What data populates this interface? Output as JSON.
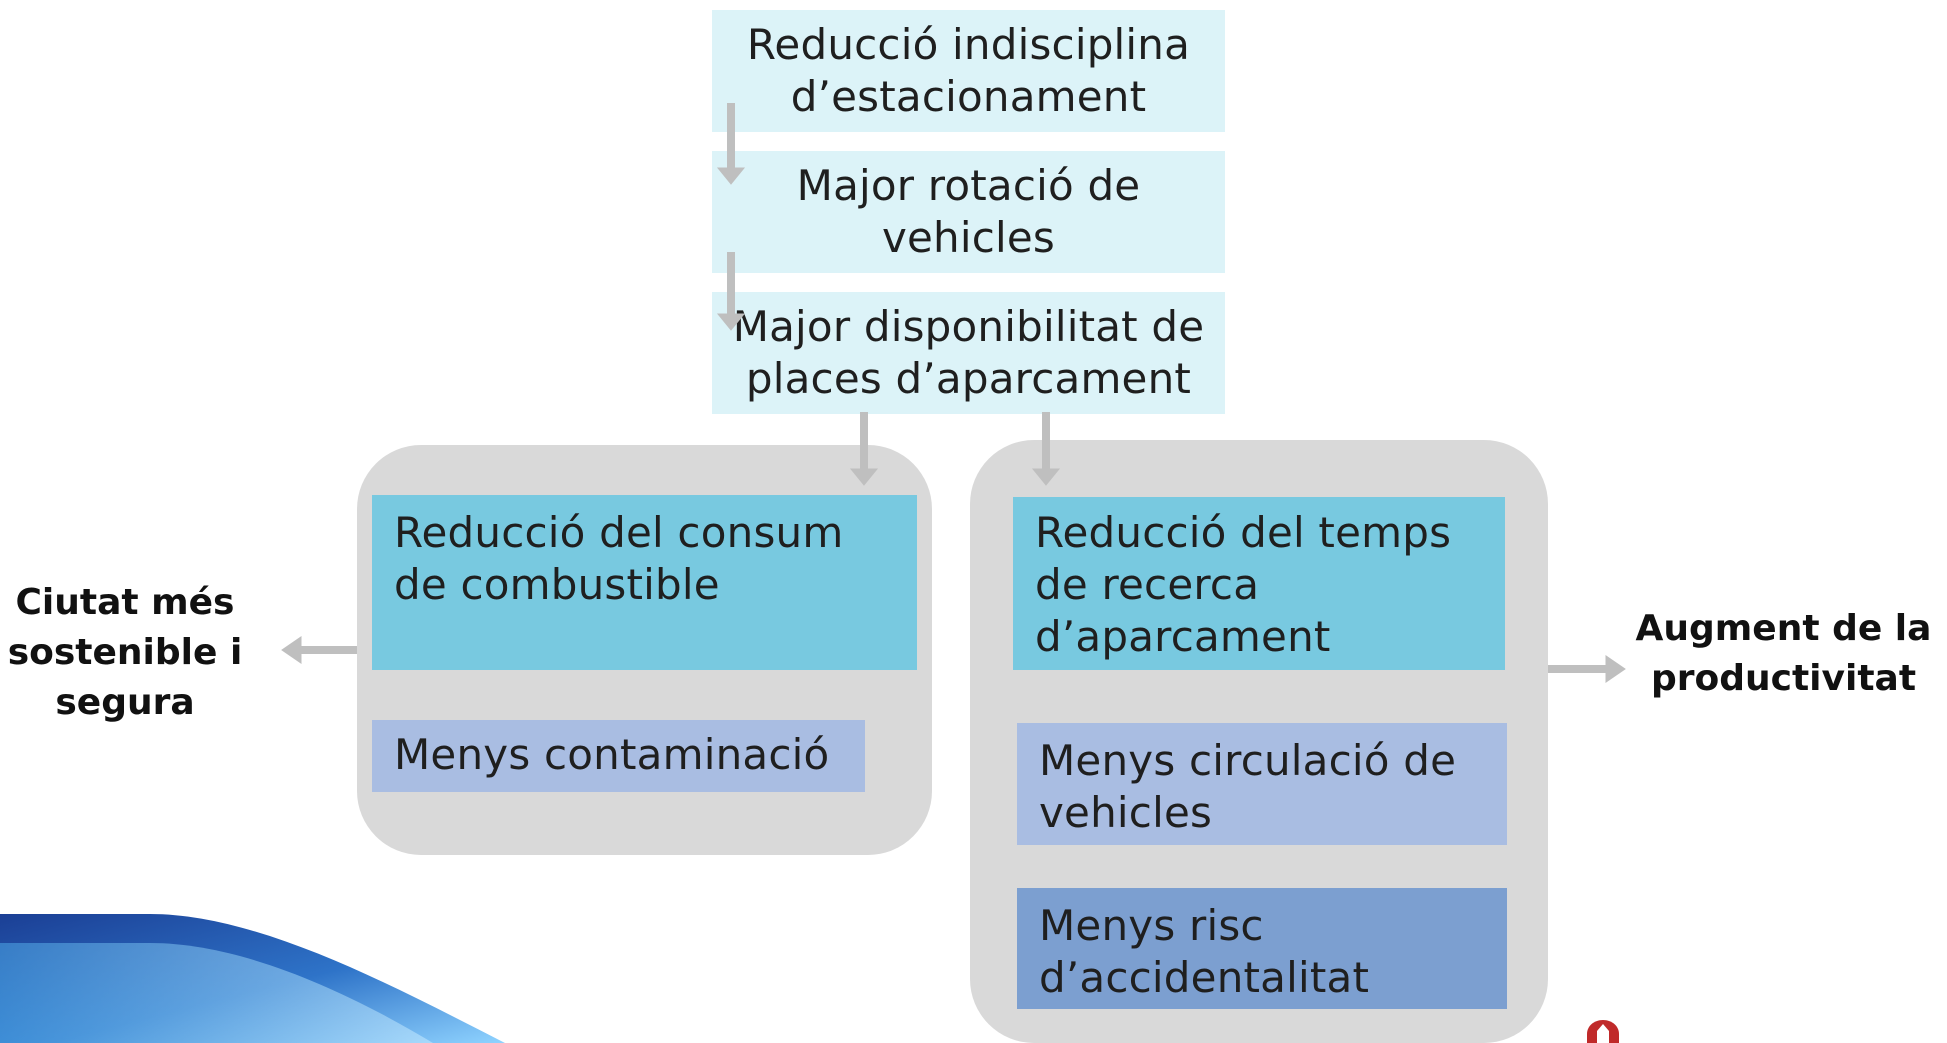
{
  "flow": {
    "step1": {
      "line1": "Reducció indisciplina",
      "line2": "d’estacionament"
    },
    "step2": {
      "line1": "Major rotació de",
      "line2": "vehicles"
    },
    "step3": {
      "line1": "Major disponibilitat de",
      "line2": "places d’aparcament"
    }
  },
  "left_group": {
    "box1": {
      "line1": "Reducció del consum",
      "line2": "de combustible"
    },
    "box2": "Menys contaminació"
  },
  "right_group": {
    "box1": {
      "line1": "Reducció del temps",
      "line2": "de recerca",
      "line3": "d’aparcament"
    },
    "box2": {
      "line1": "Menys circulació de",
      "line2": "vehicles"
    },
    "box3": {
      "line1": "Menys risc",
      "line2": "d’accidentalitat"
    }
  },
  "outcomes": {
    "left": {
      "line1": "Ciutat més",
      "line2": "sostenible i",
      "line3": "segura"
    },
    "right": {
      "line1": "Augment de la",
      "line2": "productivitat"
    }
  },
  "colors": {
    "light_box": "#dcf3f8",
    "cyan_box": "#78c9e0",
    "lavender_box": "#a9bde2",
    "blue_box": "#7c9fd0",
    "group_bg": "#d9d9d9",
    "arrow": "#bfbfbf"
  },
  "icons": {
    "arrow": "gray-flow-arrow-icon",
    "decoration": "blue-swoosh-decoration",
    "logo": "red-emblem-logo"
  }
}
